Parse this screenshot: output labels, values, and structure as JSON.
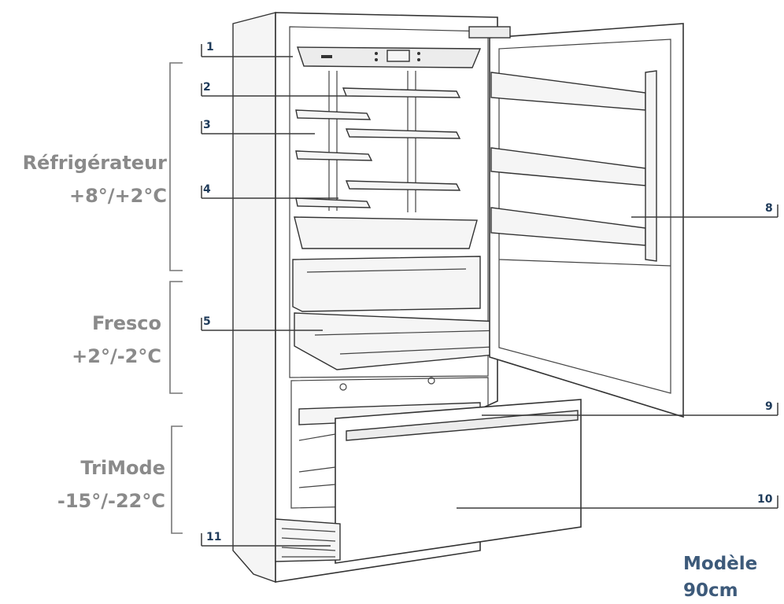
{
  "zones": [
    {
      "name": "Réfrigérateur",
      "temp": "+8°/+2°C"
    },
    {
      "name": "Fresco",
      "temp": "+2°/-2°C"
    },
    {
      "name": "TriMode",
      "temp": "-15°/-22°C"
    }
  ],
  "model": {
    "line1": "Modèle",
    "line2": "90cm"
  },
  "callouts": [
    "1",
    "2",
    "3",
    "4",
    "5",
    "8",
    "9",
    "10",
    "11"
  ],
  "colors": {
    "zone_text": "#8a8a8a",
    "model_text": "#3d5a7a",
    "callout_text": "#1f3b5a"
  }
}
